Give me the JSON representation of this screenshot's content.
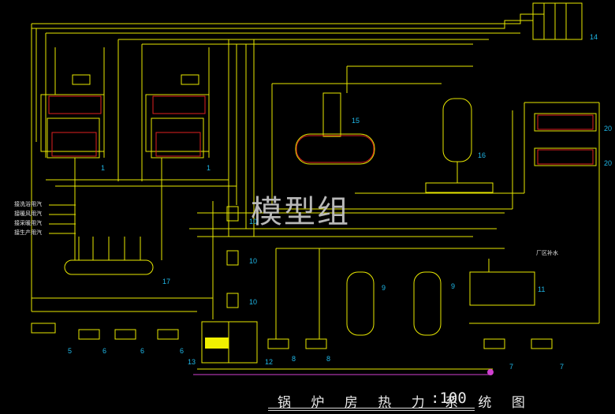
{
  "drawing": {
    "title": "锅 炉 房 热 力 系 统 图",
    "scale": ":100",
    "watermark": "模型组",
    "note_make_up_water": "厂区补水"
  },
  "legend": [
    "接洗浴用汽",
    "接暖风用汽",
    "接采暖用汽",
    "接生产用汽"
  ],
  "equipment_tags": [
    "1",
    "1",
    "15",
    "16",
    "20",
    "20",
    "10",
    "10",
    "10",
    "17",
    "9",
    "9",
    "11",
    "5",
    "6",
    "6",
    "6",
    "8",
    "8",
    "12",
    "13",
    "7",
    "7",
    "14"
  ],
  "colors": {
    "background": "#000000",
    "pipe_yellow": "#e8e800",
    "equipment_red": "#e02020",
    "tag_cyan": "#1fb8e8",
    "magenta": "#d040d0"
  }
}
